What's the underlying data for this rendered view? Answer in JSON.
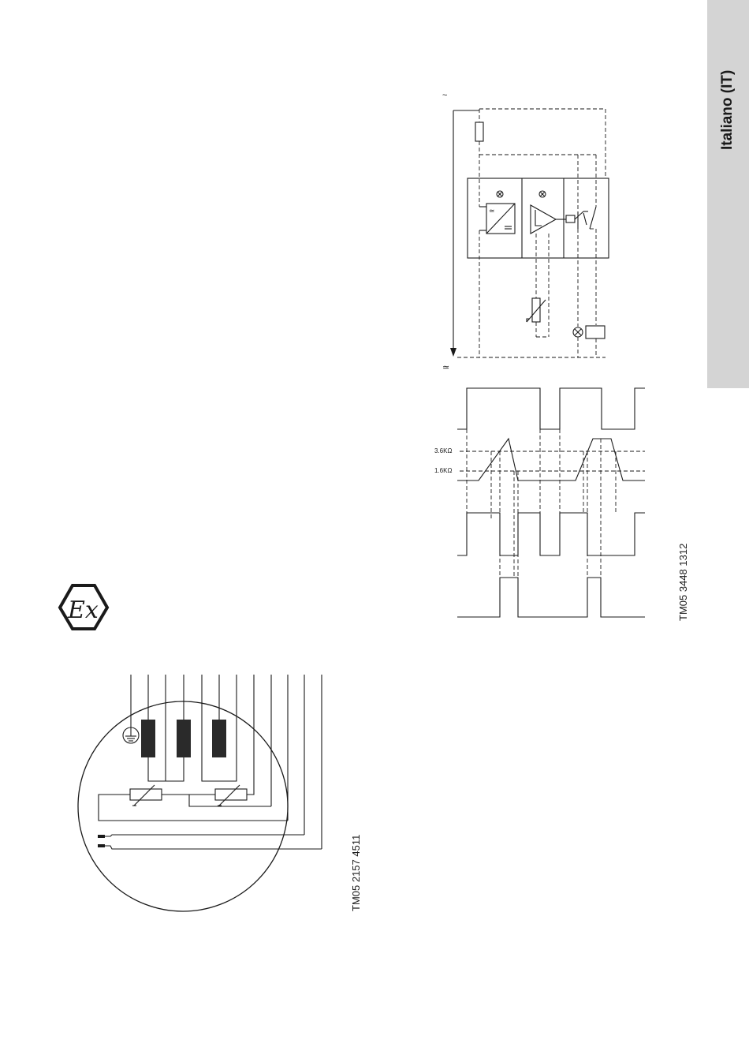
{
  "sidebar": {
    "language_label": "Italiano (IT)"
  },
  "figures": {
    "relay_diagram": {
      "reference_code": "TM05 3448 1312",
      "supply_labels": [
        "~",
        "≃"
      ],
      "threshold_labels": [
        "3.6KΩ",
        "1.6KΩ"
      ]
    },
    "motor_wiring": {
      "reference_code": "TM05 2157 4511",
      "logo": "Ex"
    }
  },
  "icons": {
    "ex_logo": "ex-hexagon-icon",
    "ground": "ground-symbol-icon",
    "lamp": "lamp-icon",
    "thermistor": "thermistor-icon"
  }
}
